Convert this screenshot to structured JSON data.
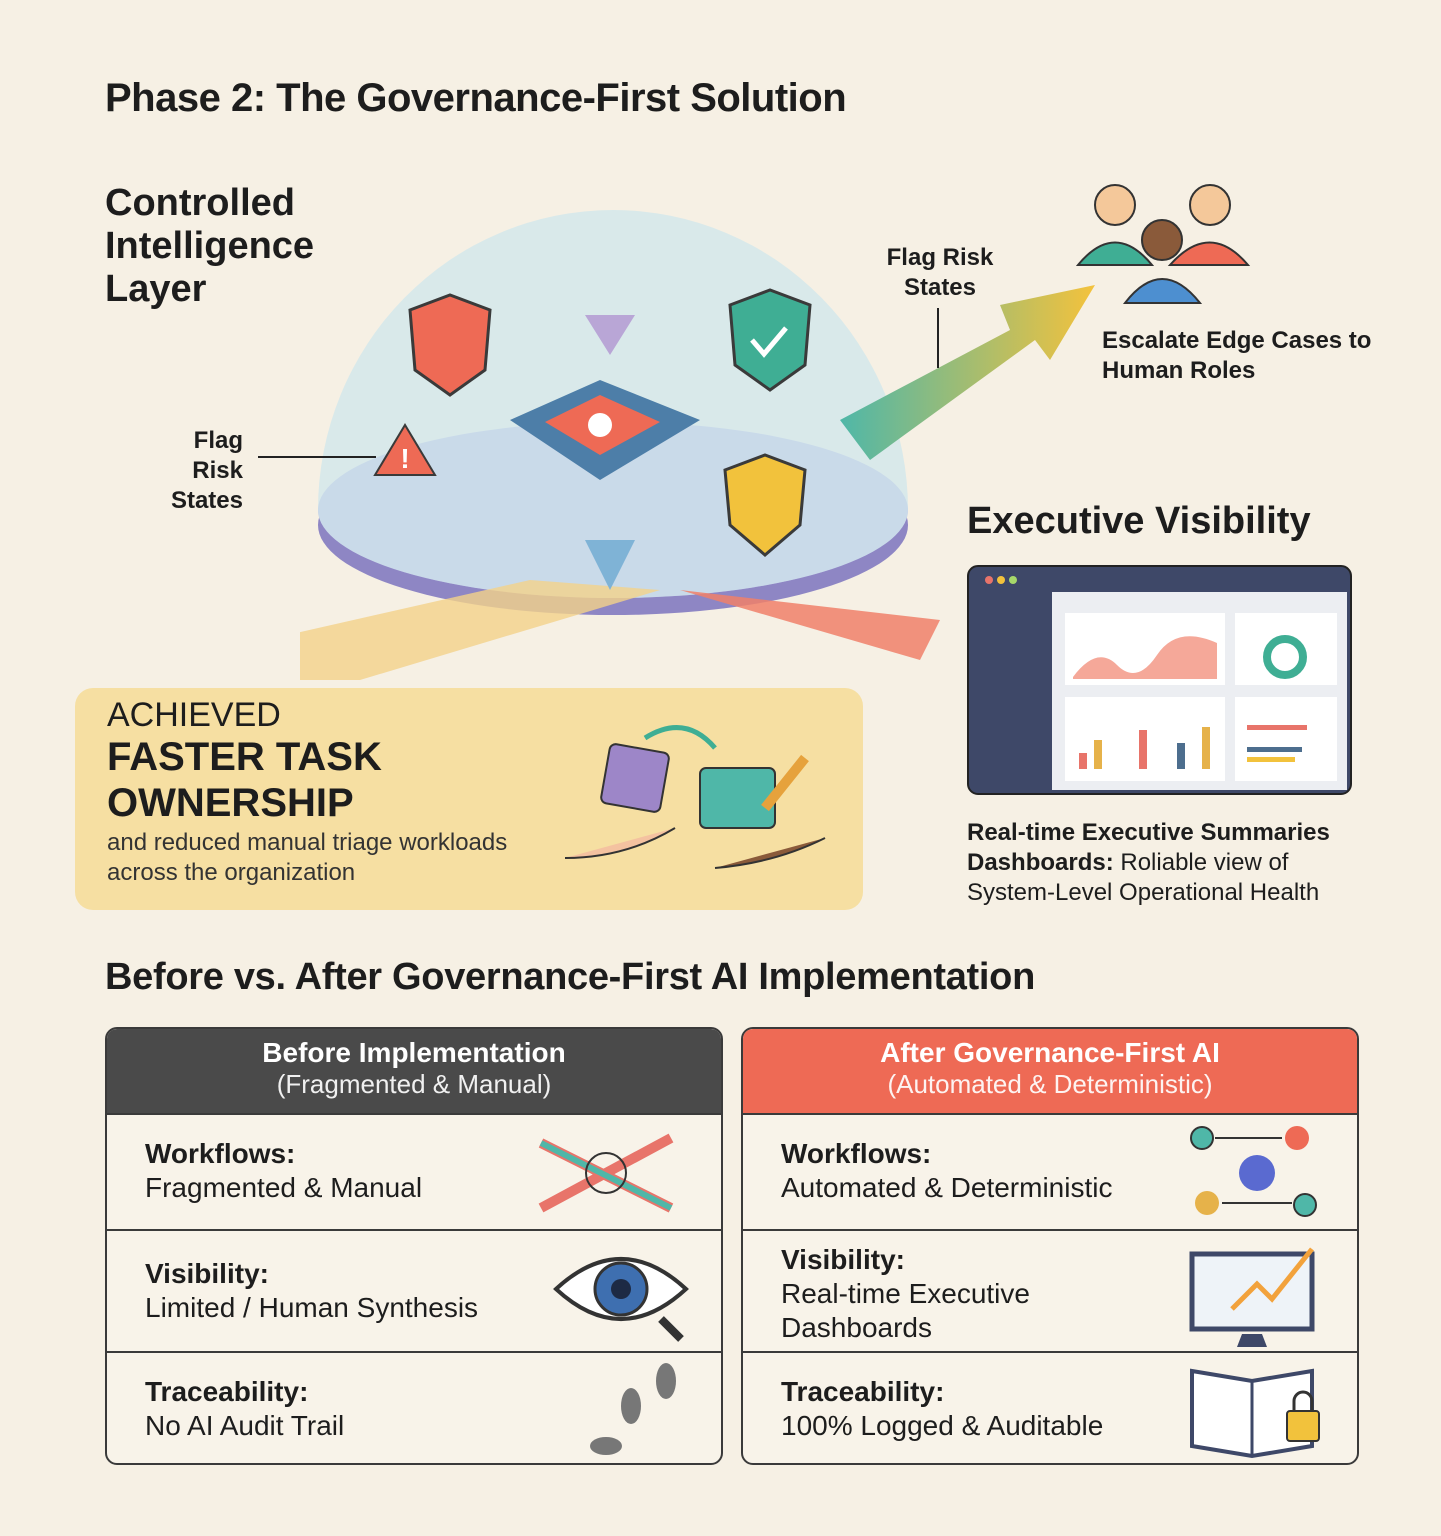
{
  "title": "Phase 2: The Governance-First Solution",
  "layer_title": "Controlled Intelligence Layer",
  "flag_left": "Flag Risk States",
  "flag_right": "Flag Risk States",
  "escalate": "Escalate Edge Cases to Human Roles",
  "exec": {
    "title": "Executive Visibility",
    "desc_bold": "Real-time Executive Summaries Dashboards:",
    "desc": "Roliable view of System-Level Operational Health"
  },
  "achieved": {
    "kicker": "ACHIEVED",
    "headline": "FASTER TASK OWNERSHIP",
    "desc": "and reduced manual triage workloads across the organization"
  },
  "comparison": {
    "title": "Before vs. After Governance-First AI Implementation",
    "before": {
      "title": "Before Implementation",
      "subtitle": "(Fragmented & Manual)",
      "color": "#4a4a4a",
      "rows": [
        {
          "label": "Workflows:",
          "value": "Fragmented & Manual",
          "icon": "tangled-hands-icon"
        },
        {
          "label": "Visibility:",
          "value": "Limited / Human Synthesis",
          "icon": "eye-magnifier-icon"
        },
        {
          "label": "Traceability:",
          "value": "No AI Audit Trail",
          "icon": "footprints-icon"
        }
      ]
    },
    "after": {
      "title": "After Governance-First AI",
      "subtitle": "(Automated & Deterministic)",
      "color": "#ee6a55",
      "rows": [
        {
          "label": "Workflows:",
          "value": "Automated & Deterministic",
          "icon": "gears-flow-icon"
        },
        {
          "label": "Visibility:",
          "value": "Real-time Executive Dashboards",
          "icon": "monitor-chart-icon"
        },
        {
          "label": "Traceability:",
          "value": "100% Logged & Auditable",
          "icon": "locked-book-icon"
        }
      ]
    }
  }
}
